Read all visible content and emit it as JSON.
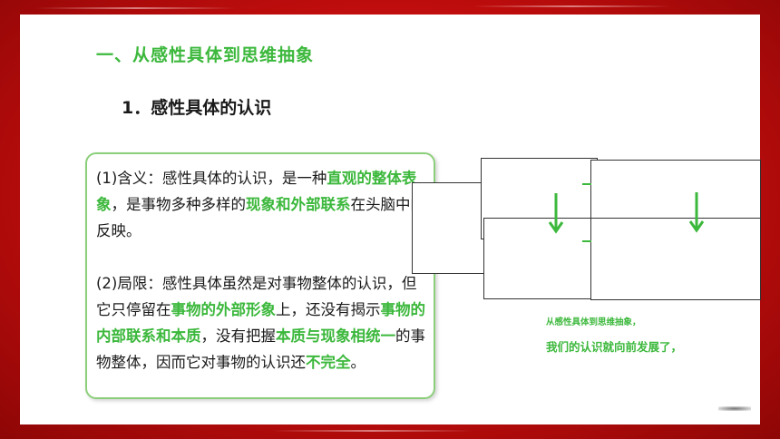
{
  "heading1": "一、从感性具体到思维抽象",
  "heading2": "1．感性具体的认识",
  "card": {
    "p1": [
      {
        "t": "(1)含义：感性具体的认识，是一种",
        "h": false
      },
      {
        "t": "直观的整体表象",
        "h": true
      },
      {
        "t": "，是事物多种多样的",
        "h": false
      },
      {
        "t": "现象和外部联系",
        "h": true
      },
      {
        "t": "在头脑中的反映。",
        "h": false
      }
    ],
    "p2": [
      {
        "t": "(2)局限：感性具体虽然是对事物整体的认识",
        "h": false
      },
      {
        "t": "，",
        "h": false
      },
      {
        "t": "但它只停留在",
        "h": false
      },
      {
        "t": "事物的外部形象",
        "h": true
      },
      {
        "t": "上，还没有揭示",
        "h": false
      },
      {
        "t": "事物的内部联系和本质",
        "h": true
      },
      {
        "t": "，没有把握",
        "h": false
      },
      {
        "t": "本质与现象相统一",
        "h": true
      },
      {
        "t": "的事物整体，因而它对事物的认识还",
        "h": false
      },
      {
        "t": "不完全",
        "h": true
      },
      {
        "t": "。",
        "h": false
      }
    ]
  },
  "caption1": "从感性具体到思维抽象，",
  "caption2": "我们的认识就向前发展了，",
  "colors": {
    "accent": "#3cb83c",
    "frame": "#c00d0d"
  }
}
